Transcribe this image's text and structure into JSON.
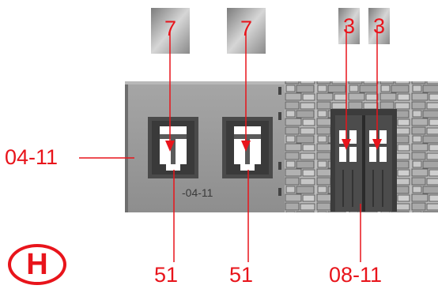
{
  "parts": {
    "tiles": [
      {
        "number": "7"
      },
      {
        "number": "7"
      },
      {
        "number": "3"
      },
      {
        "number": "3"
      }
    ],
    "side_label": "04-11",
    "bottom_labels": [
      "51",
      "51",
      "08-11"
    ],
    "wall_marking": "-04-11"
  },
  "badge": {
    "letter": "H"
  },
  "colors": {
    "accent": "#e8141b",
    "wall": "#9a9a9a",
    "stone": "#b5b5b5",
    "tile": "#9c9c9c"
  }
}
